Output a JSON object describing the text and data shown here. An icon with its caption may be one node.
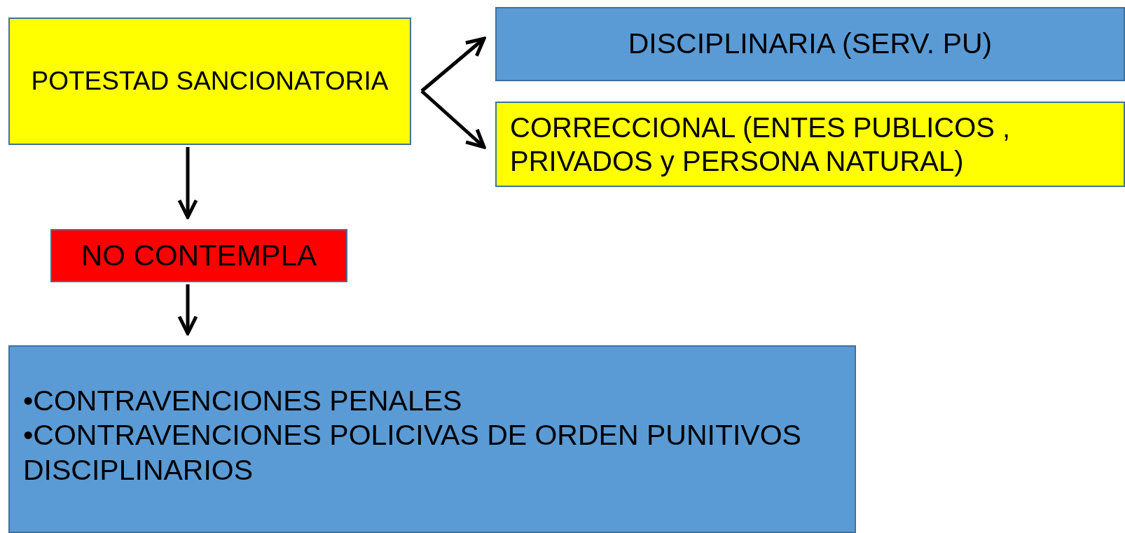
{
  "diagram": {
    "nodes": [
      {
        "text": [
          "POTESTAD SANCIONATORIA"
        ]
      },
      {
        "text": [
          "DISCIPLINARIA (SERV. PU)"
        ]
      },
      {
        "text": [
          "CORRECCIONAL (ENTES PUBLICOS , PRIVADOS y PERSONA NATURAL)"
        ]
      },
      {
        "text": [
          "NO CONTEMPLA"
        ]
      },
      {
        "text": [
          "•CONTRAVENCIONES PENALES",
          "•CONTRAVENCIONES POLICIVAS DE ORDEN PUNITIVOS DISCIPLINARIOS"
        ]
      }
    ],
    "edges": [
      {
        "from": 0,
        "to": 1,
        "arrow": "to"
      },
      {
        "from": 0,
        "to": 2,
        "arrow": "to"
      },
      {
        "from": 0,
        "to": 3,
        "arrow": "to"
      },
      {
        "from": 3,
        "to": 4,
        "arrow": "to"
      }
    ]
  }
}
